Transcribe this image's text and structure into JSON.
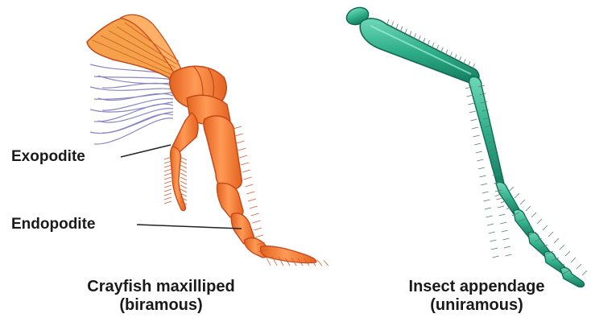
{
  "labels": {
    "exopodite": "Exopodite",
    "endopodite": "Endopodite"
  },
  "captions": {
    "crayfish": {
      "line1": "Crayfish maxilliped",
      "line2": "(biramous)"
    },
    "insect": {
      "line1": "Insect appendage",
      "line2": "(uniramous)"
    }
  },
  "colors": {
    "crayfish_fill": "#f07a2e",
    "crayfish_outline": "#c4471a",
    "crayfish_highlight": "#ffb27a",
    "gill_lines": "#8a84c8",
    "insect_fill": "#2fae8a",
    "insect_outline": "#0f6a52",
    "insect_highlight": "#7fe0c2",
    "bristle": "#5b7a72",
    "leader_line": "#222222"
  }
}
